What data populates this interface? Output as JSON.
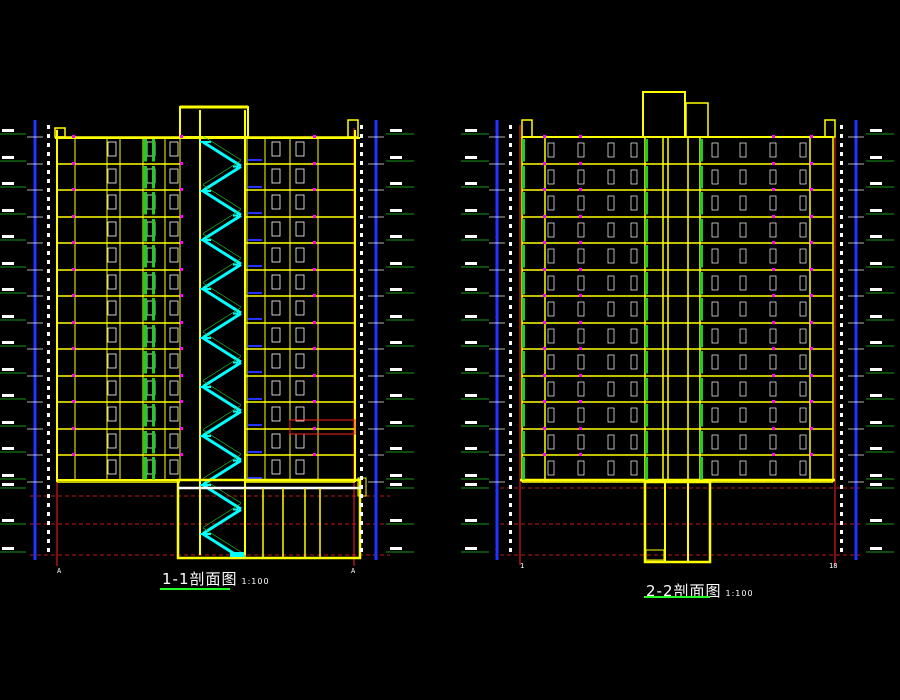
{
  "drawing": {
    "colors": {
      "background": "#000000",
      "wall": "#ffff00",
      "stair": "#00ffff",
      "window": "#ffffff",
      "column": "#22cc22",
      "grid_axis": "#ff2020",
      "dimension": "#2233ff",
      "marker": "#ff00ff"
    },
    "left_section": {
      "title": "1-1剖面图",
      "scale": "1:100",
      "axis_left": "A",
      "axis_right": "A"
    },
    "right_section": {
      "title": "2-2剖面图",
      "scale": "1:100",
      "axis_left": "1",
      "axis_right": "18"
    }
  }
}
